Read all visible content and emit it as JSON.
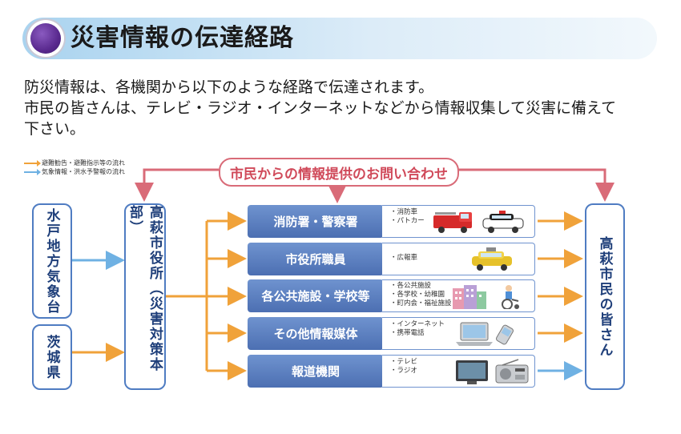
{
  "header": {
    "title": "災害情報の伝達経路"
  },
  "intro": [
    "防災情報は、各機関から以下のような経路で伝達されます。",
    "市民の皆さんは、テレビ・ラジオ・インターネットなどから情報収集して災害に備えて",
    "下さい。"
  ],
  "legend": [
    {
      "label": "避難勧告・避難指示等の流れ",
      "color": "#f0a23a"
    },
    {
      "label": "気象情報・洪水予警報の流れ",
      "color": "#6fb1e3"
    }
  ],
  "inquiry": {
    "label": "市民からの情報提供のお問い合わせ"
  },
  "sources": {
    "mito": "水戸地方気象台",
    "ibaraki": "茨城県"
  },
  "city_hall": {
    "label": "高萩市役所（災害対策本部）"
  },
  "citizens": {
    "label": "高萩市民の皆さん"
  },
  "channels": [
    {
      "label": "消防署・警察署",
      "items": [
        "・消防車",
        "・パトカー"
      ]
    },
    {
      "label": "市役所職員",
      "items": [
        "・広報車"
      ]
    },
    {
      "label": "各公共施設・学校等",
      "items": [
        "・各公共施設",
        "・各学校・幼稚園",
        "・町内会・福祉施設"
      ]
    },
    {
      "label": "その他情報媒体",
      "items": [
        "・インターネット",
        "・携帯電話"
      ]
    },
    {
      "label": "報道機関",
      "items": [
        "・テレビ",
        "・ラジオ"
      ]
    }
  ],
  "colors": {
    "orange_arrow": "#f0a23a",
    "blue_arrow": "#6fb1e3",
    "pink_arrow": "#d96b78",
    "box_border": "#4f7cc2"
  }
}
